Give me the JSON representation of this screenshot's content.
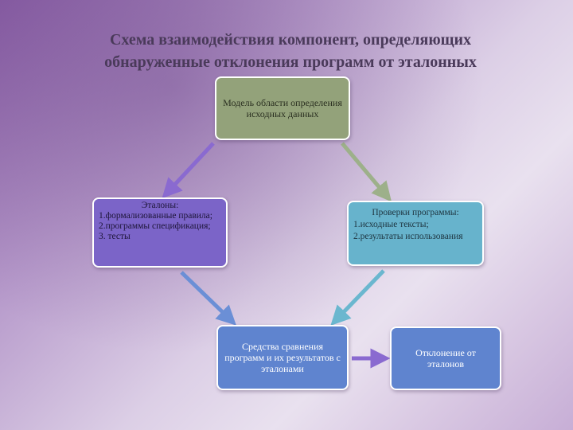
{
  "title": {
    "line1": "Схема взаимодействия компонент, определяющих",
    "line2": "обнаруженные отклонения программ от эталонных"
  },
  "boxes": {
    "model": {
      "text": "Модель области определения исходных данных"
    },
    "etalons": {
      "heading": "Эталоны:",
      "items": [
        "1.формализованные правила;",
        "2.программы спецификация;",
        "3. тесты"
      ]
    },
    "checks": {
      "heading": "Проверки программы:",
      "items": [
        "1.исходные тексты;",
        "2.результаты использования"
      ]
    },
    "compare": {
      "text": "Средства сравнения программ и их результатов с эталонами"
    },
    "deviation": {
      "text": "Отклонение от эталонов"
    }
  },
  "colors": {
    "model": "#93a27a",
    "etalons": "#7b64c8",
    "checks": "#67b3cc",
    "compare": "#5f84cf",
    "deviation": "#5f84cf",
    "arrow_purple": "#8a6ad0",
    "arrow_green": "#9db08a",
    "arrow_blue": "#6b8fd6",
    "arrow_teal": "#6bb7cf"
  }
}
